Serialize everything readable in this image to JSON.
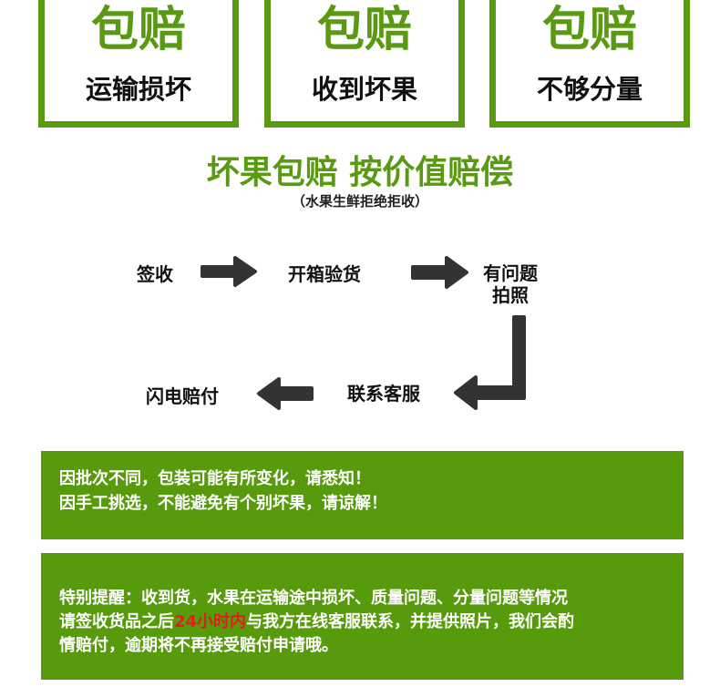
{
  "guarantees": [
    {
      "big": "包赔",
      "sub": "运输损坏"
    },
    {
      "big": "包赔",
      "sub": "收到坏果"
    },
    {
      "big": "包赔",
      "sub": "不够分量"
    }
  ],
  "headline": "坏果包赔 按价值赔偿",
  "subnote": "（水果生鲜拒绝拒收）",
  "steps": {
    "s1": "签收",
    "s2": "开箱验货",
    "s3a": "有问题",
    "s3b": "拍照",
    "s4": "联系客服",
    "s5": "闪电赔付"
  },
  "notice1": {
    "line1": "因批次不同，包装可能有所变化，请悉知！",
    "line2": "因手工挑选，不能避免有个别坏果，请谅解！"
  },
  "notice2": {
    "line1": "特别提醒：收到货，水果在运输途中损坏、质量问题、分量问题等情况",
    "line2_pre": "请签收货品之后",
    "line2_red": "24小时内",
    "line2_post": "与我方在线客服联系，并提供照片，我们会酌",
    "line3": "情赔付，逾期将不再接受赔付申请哦。"
  },
  "colors": {
    "green": "#5a9a12",
    "highlight": "#e0201a"
  }
}
